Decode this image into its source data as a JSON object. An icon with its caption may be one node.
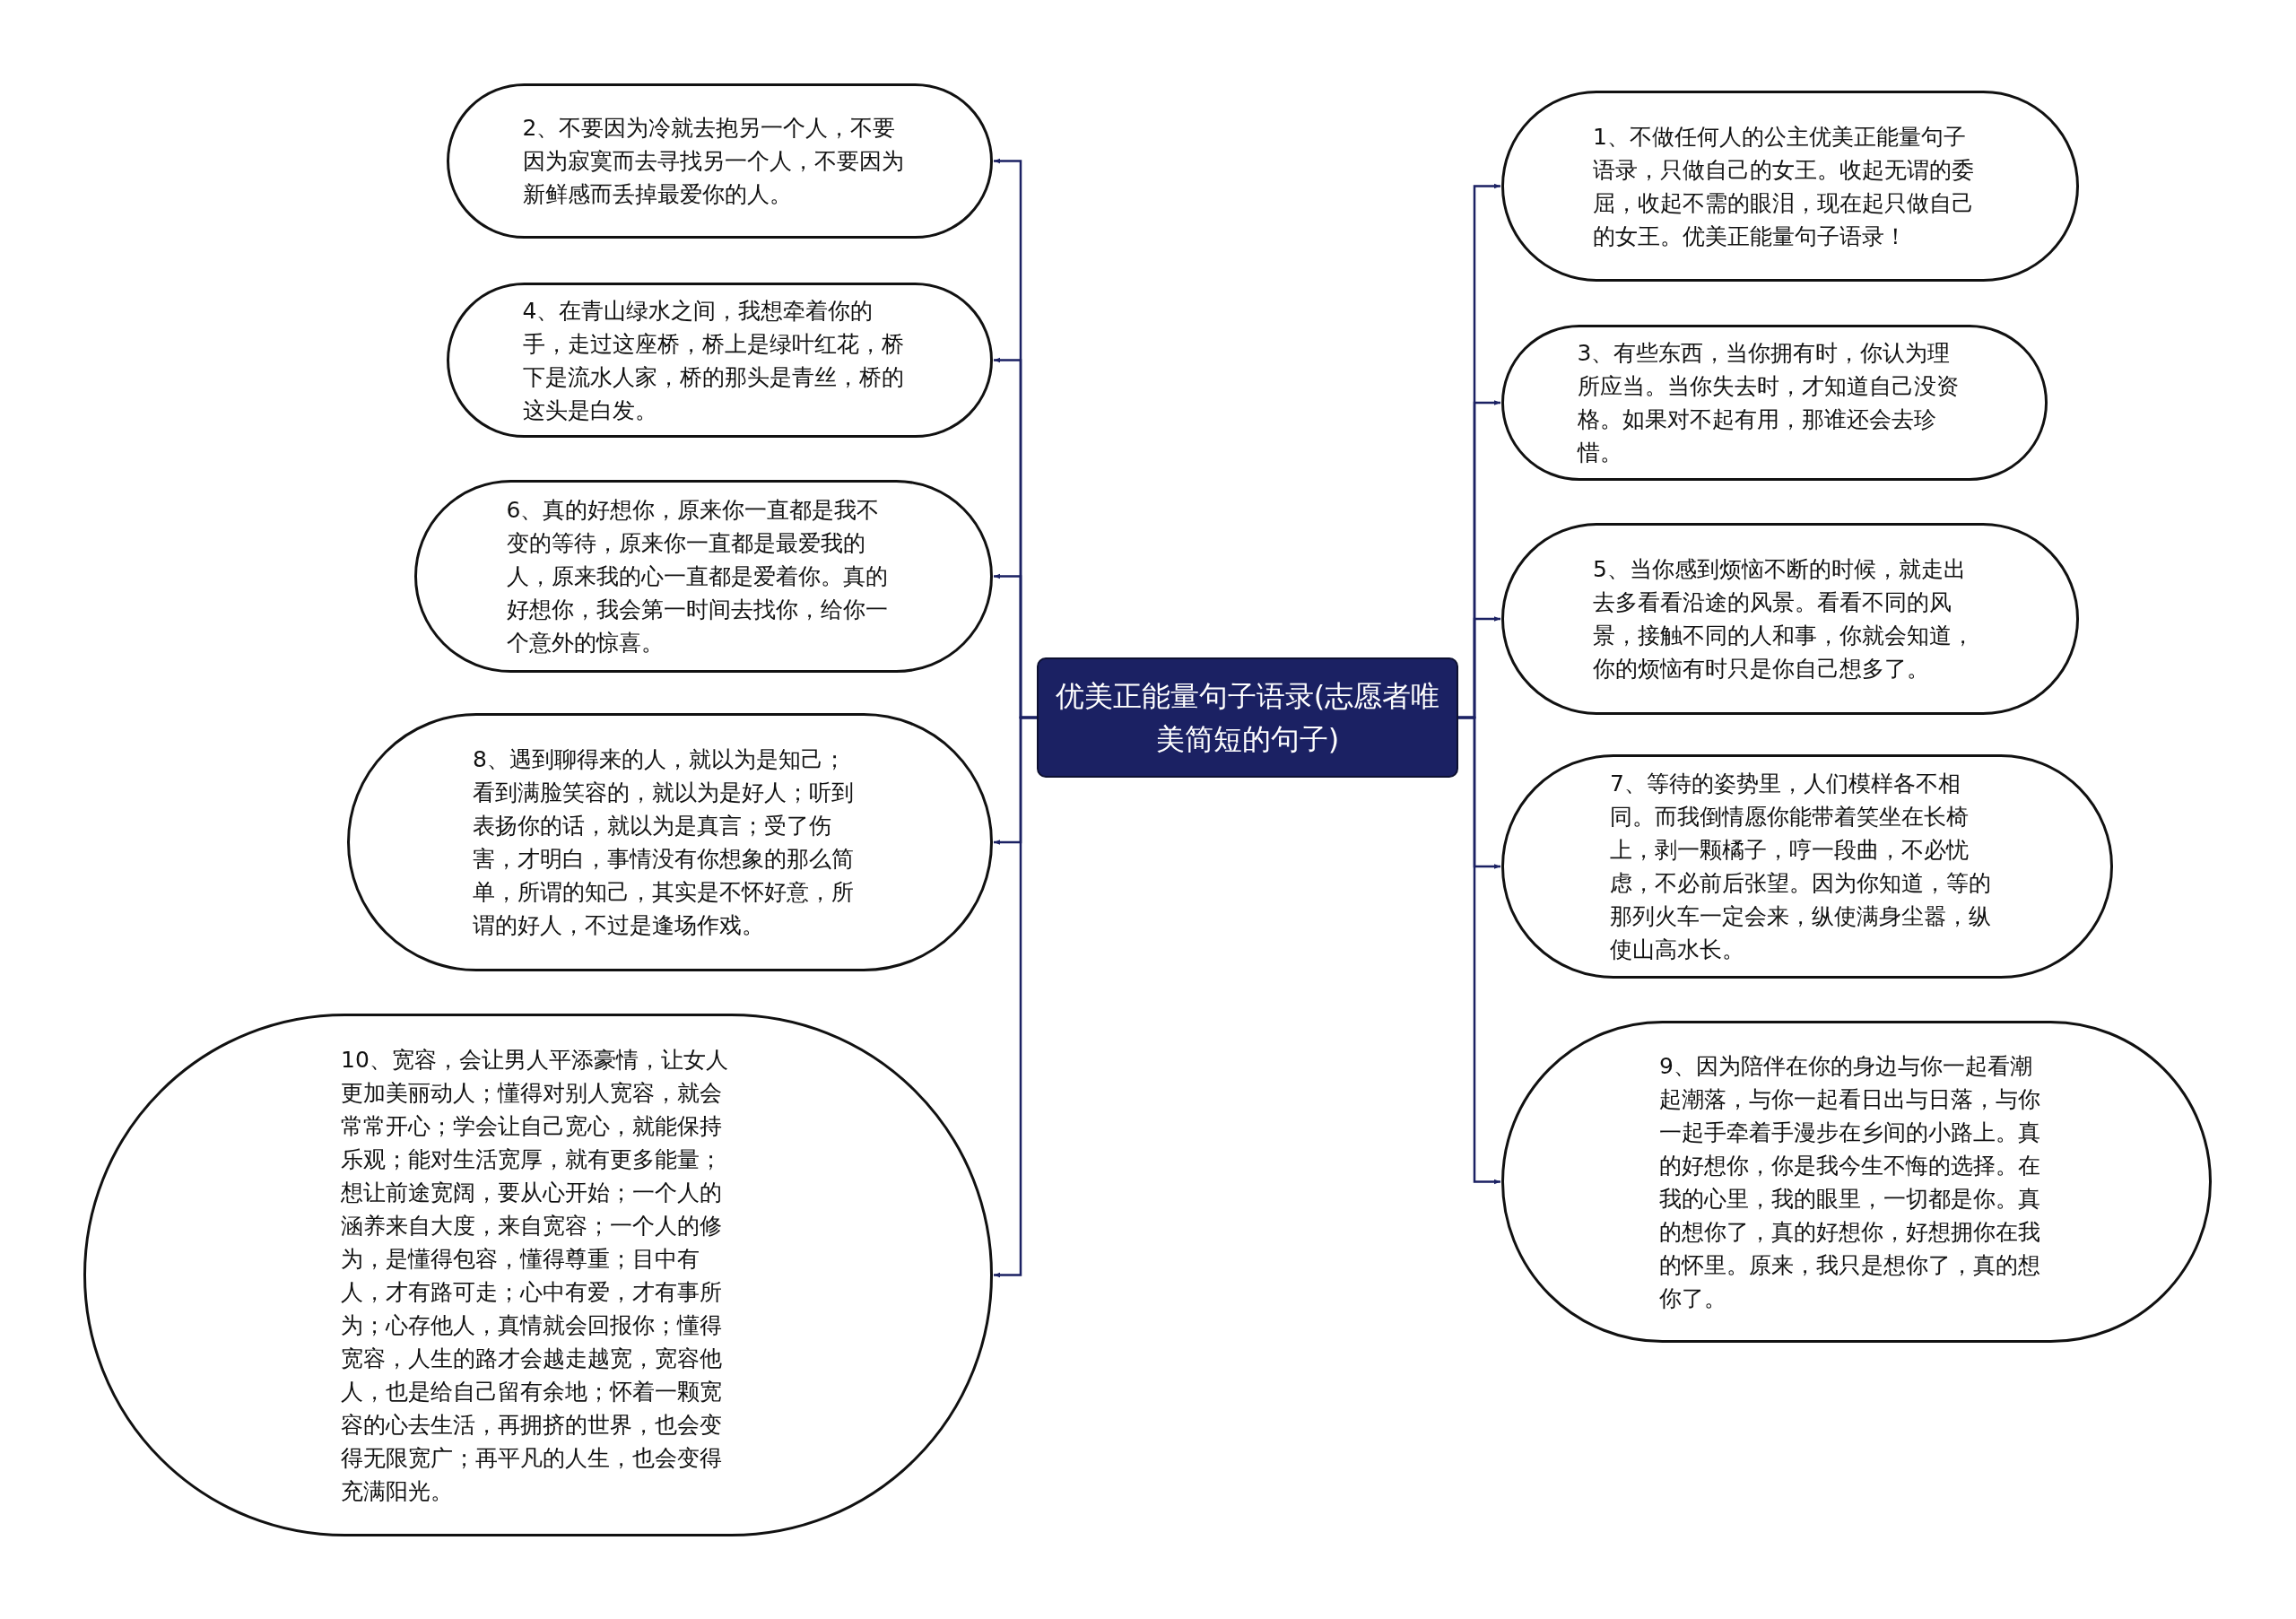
{
  "diagram": {
    "nodes": [
      {
        "text": [
          "优美正能量句子语录(志愿者唯美简短的句子)"
        ]
      },
      {
        "text": [
          "1、不做任何人的公主优美正能量句子语录，只做自己的女王。收起无谓的委屈，收起不需的眼泪，现在起只做自己的女王。优美正能量句子语录！"
        ]
      },
      {
        "text": [
          "2、不要因为冷就去抱另一个人，不要因为寂寞而去寻找另一个人，不要因为新鲜感而丢掉最爱你的人。"
        ]
      },
      {
        "text": [
          "3、有些东西，当你拥有时，你认为理所应当。当你失去时，才知道自己没资格。如果对不起有用，那谁还会去珍惜。"
        ]
      },
      {
        "text": [
          "4、在青山绿水之间，我想牵着你的手，走过这座桥，桥上是绿叶红花，桥下是流水人家，桥的那头是青丝，桥的这头是白发。"
        ]
      },
      {
        "text": [
          "5、当你感到烦恼不断的时候，就走出去多看看沿途的风景。看看不同的风景，接触不同的人和事，你就会知道，你的烦恼有时只是你自己想多了。"
        ]
      },
      {
        "text": [
          "6、真的好想你，原来你一直都是我不变的等待，原来你一直都是最爱我的人，原来我的心一直都是爱着你。真的好想你，我会第一时间去找你，给你一个意外的惊喜。"
        ]
      },
      {
        "text": [
          "7、等待的姿势里，人们模样各不相同。而我倒情愿你能带着笑坐在长椅上，剥一颗橘子，哼一段曲，不必忧虑，不必前后张望。因为你知道，等的那列火车一定会来，纵使满身尘嚣，纵使山高水长。"
        ]
      },
      {
        "text": [
          "8、遇到聊得来的人，就以为是知己；看到满脸笑容的，就以为是好人；听到表扬你的话，就以为是真言；受了伤害，才明白，事情没有你想象的那么简单，所谓的知己，其实是不怀好意，所谓的好人，不过是逢场作戏。"
        ]
      },
      {
        "text": [
          "9、因为陪伴在你的身边与你一起看潮起潮落，与你一起看日出与日落，与你一起手牵着手漫步在乡间的小路上。真的好想你，你是我今生不悔的选择。在我的心里，我的眼里，一切都是你。真的想你了，真的好想你，好想拥你在我的怀里。原来，我只是想你了，真的想你了。"
        ]
      },
      {
        "text": [
          "10、宽容，会让男人平添豪情，让女人更加美丽动人；懂得对别人宽容，就会常常开心；学会让自己宽心，就能保持乐观；能对生活宽厚，就有更多能量；想让前途宽阔，要从心开始；一个人的涵养来自大度，来自宽容；一个人的修为，是懂得包容，懂得尊重；目中有人，才有路可走；心中有爱，才有事所为；心存他人，真情就会回报你；懂得宽容，人生的路才会越走越宽，宽容他人，也是给自己留有余地；怀着一颗宽容的心去生活，再拥挤的世界，也会变得无限宽广；再平凡的人生，也会变得充满阳光。"
        ]
      }
    ],
    "edges": [
      {
        "from": 0,
        "to": 1,
        "arrow": "to"
      },
      {
        "from": 0,
        "to": 2,
        "arrow": "to"
      },
      {
        "from": 0,
        "to": 3,
        "arrow": "to"
      },
      {
        "from": 0,
        "to": 4,
        "arrow": "to"
      },
      {
        "from": 0,
        "to": 5,
        "arrow": "to"
      },
      {
        "from": 0,
        "to": 6,
        "arrow": "to"
      },
      {
        "from": 0,
        "to": 7,
        "arrow": "to"
      },
      {
        "from": 0,
        "to": 8,
        "arrow": "to"
      },
      {
        "from": 0,
        "to": 9,
        "arrow": "to"
      },
      {
        "from": 0,
        "to": 10,
        "arrow": "to"
      }
    ]
  }
}
